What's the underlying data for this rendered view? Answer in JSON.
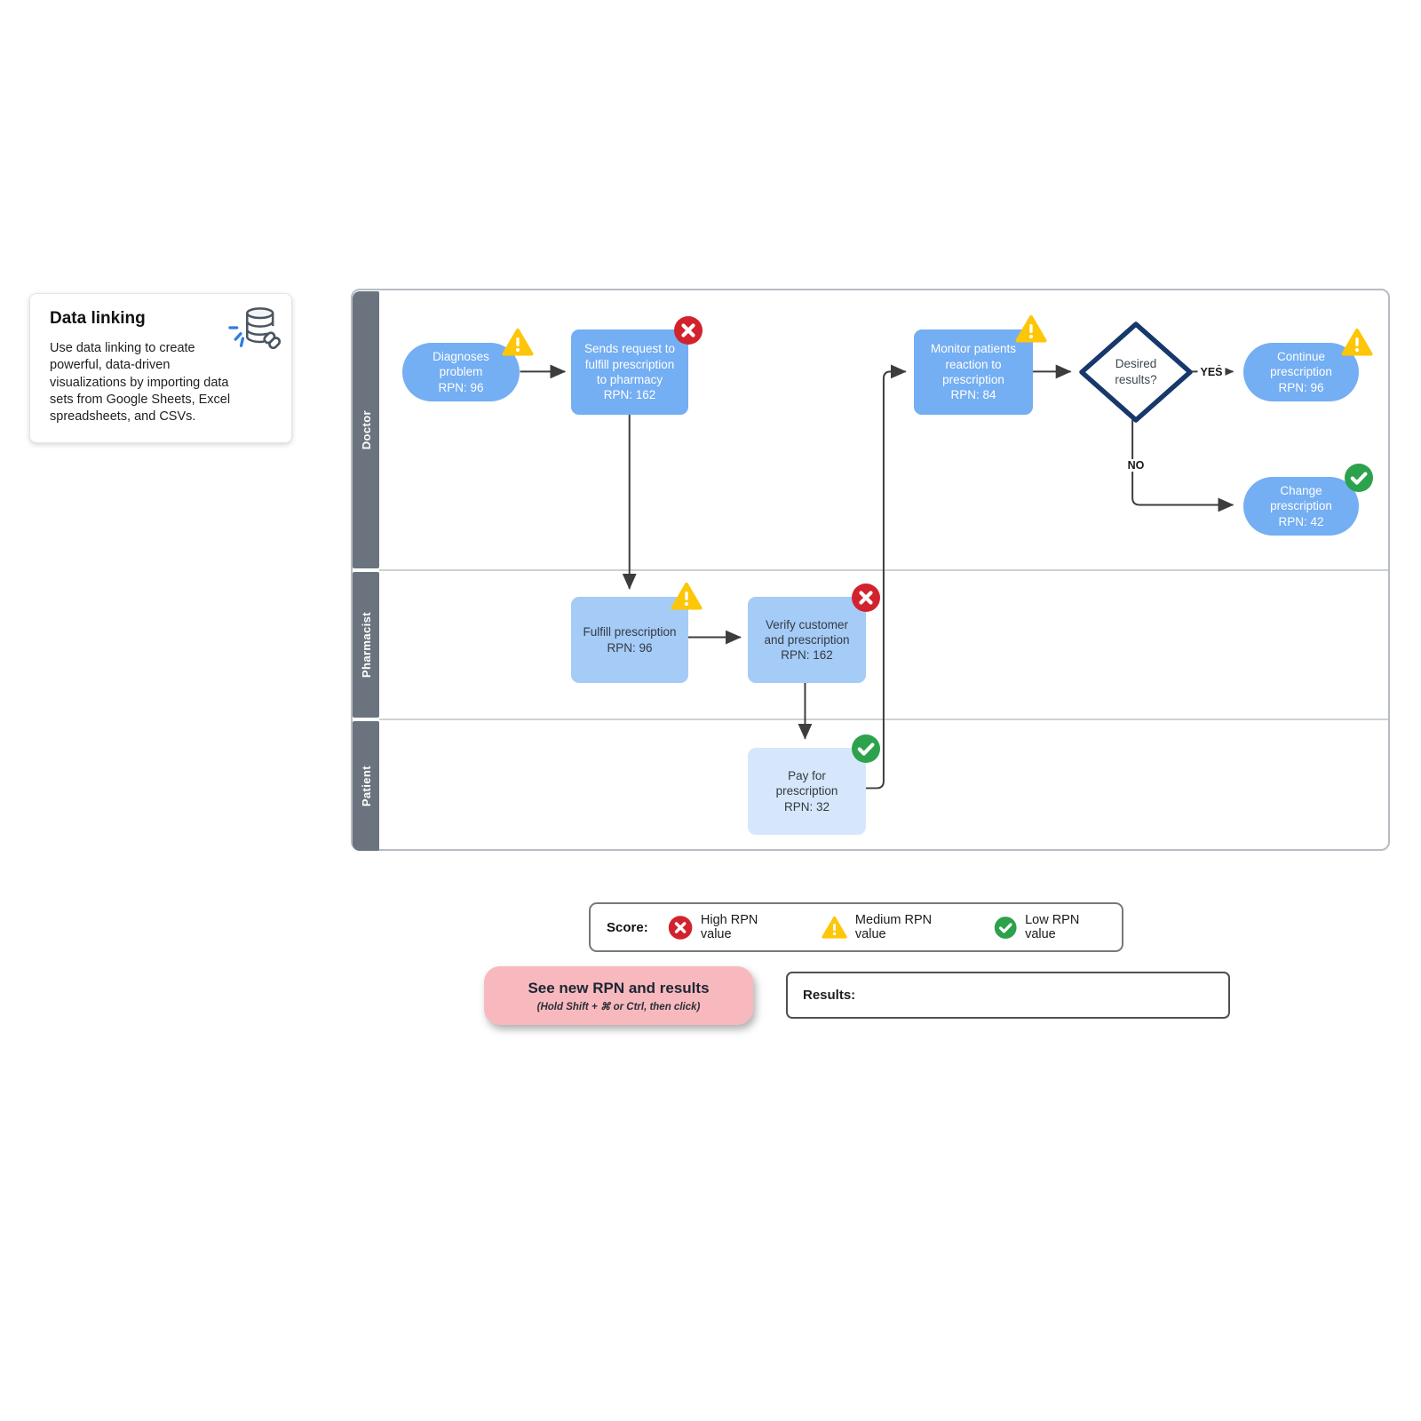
{
  "note_card": {
    "title": "Data linking",
    "body": "Use data linking to create powerful, data-driven visualizations by importing data sets from Google Sheets, Excel spreadsheets, and CSVs.",
    "icon": "database-link-icon"
  },
  "diagram": {
    "lanes": [
      {
        "label": "Doctor"
      },
      {
        "label": "Pharmacist"
      },
      {
        "label": "Patient"
      }
    ],
    "nodes": [
      {
        "text": "Diagnoses\nproblem\nRPN: 96",
        "lane": "Doctor",
        "shape": "stadium",
        "badge": "medium"
      },
      {
        "text": "Sends request to\nfulfill prescription\nto pharmacy\nRPN: 162",
        "lane": "Doctor",
        "shape": "rect",
        "badge": "high"
      },
      {
        "text": "Monitor patients\nreaction to\nprescription\nRPN: 84",
        "lane": "Doctor",
        "shape": "rect",
        "badge": "medium"
      },
      {
        "text": "Desired\nresults?",
        "lane": "Doctor",
        "shape": "decision",
        "badge": "none"
      },
      {
        "text": "Continue\nprescription\nRPN: 96",
        "lane": "Doctor",
        "shape": "stadium",
        "badge": "medium"
      },
      {
        "text": "Change\nprescription\nRPN: 42",
        "lane": "Doctor",
        "shape": "stadium",
        "badge": "low"
      },
      {
        "text": "Fulfill prescription\nRPN: 96",
        "lane": "Pharmacist",
        "shape": "rect",
        "badge": "medium"
      },
      {
        "text": "Verify customer\nand prescription\nRPN: 162",
        "lane": "Pharmacist",
        "shape": "rect",
        "badge": "high"
      },
      {
        "text": "Pay for\nprescription\nRPN: 32",
        "lane": "Patient",
        "shape": "rect",
        "badge": "low"
      }
    ],
    "edge_labels": {
      "yes": "YES",
      "no": "NO"
    }
  },
  "legend": {
    "score_label": "Score:",
    "items": [
      {
        "icon": "high-rpn-icon",
        "label": "High RPN value"
      },
      {
        "icon": "medium-rpn-icon",
        "label": "Medium RPN value"
      },
      {
        "icon": "low-rpn-icon",
        "label": "Low RPN value"
      }
    ]
  },
  "actions": {
    "see_rpn_button": {
      "title": "See new RPN and results",
      "subtitle": "(Hold Shift + ⌘ or Ctrl, then click)"
    },
    "results_box_label": "Results:"
  },
  "colors": {
    "node_blue": "#74aef3",
    "node_blue_light": "#a5cbf7",
    "node_blue_pale": "#d7e7fb",
    "lane_gray": "#6b747e",
    "diamond_border": "#17386b",
    "warning_yellow": "#fdc608",
    "error_red": "#d2222d",
    "success_green": "#2ca24c",
    "button_pink": "#f8b9be"
  }
}
